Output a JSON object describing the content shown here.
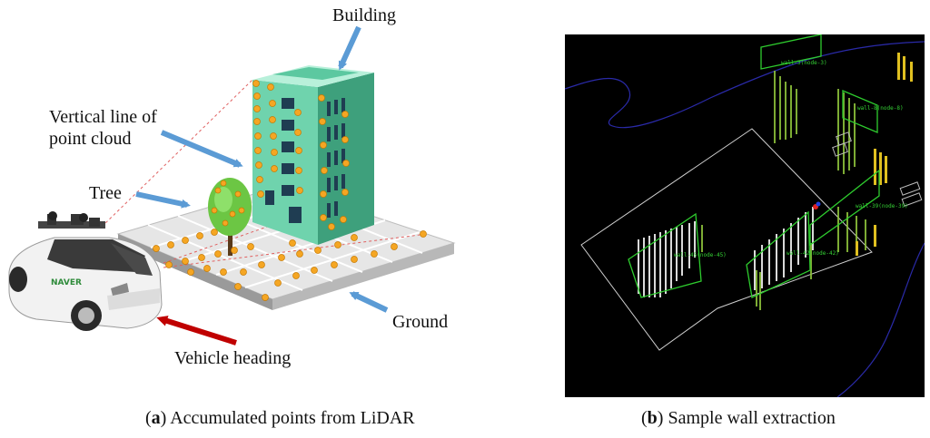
{
  "panel_a": {
    "labels": {
      "building": "Building",
      "vertical_line_1": "Vertical line of",
      "vertical_line_2": "point cloud",
      "tree": "Tree",
      "ground": "Ground",
      "vehicle_heading": "Vehicle heading",
      "car_brand": "NAVER"
    },
    "caption": {
      "letter": "a",
      "text": "Accumulated points from LiDAR"
    },
    "colors": {
      "arrow_blue": "#5b9bd5",
      "arrow_red": "#c00000",
      "building": "#5cc8a0",
      "point": "#f5a623",
      "tree": "#6cc644"
    }
  },
  "panel_b": {
    "caption": {
      "letter": "b",
      "text": "Sample wall extraction"
    },
    "wall_tags": [
      "wall-3(node-3)",
      "wall-8(node-8)",
      "wall-39(node-39)",
      "wall-45(node-45)",
      "wall-42(node-42)"
    ],
    "colors": {
      "background": "#000000",
      "wall_box": "#2ecc2e",
      "outline": "#cfcfcf",
      "curve": "#2a2aa8"
    }
  }
}
